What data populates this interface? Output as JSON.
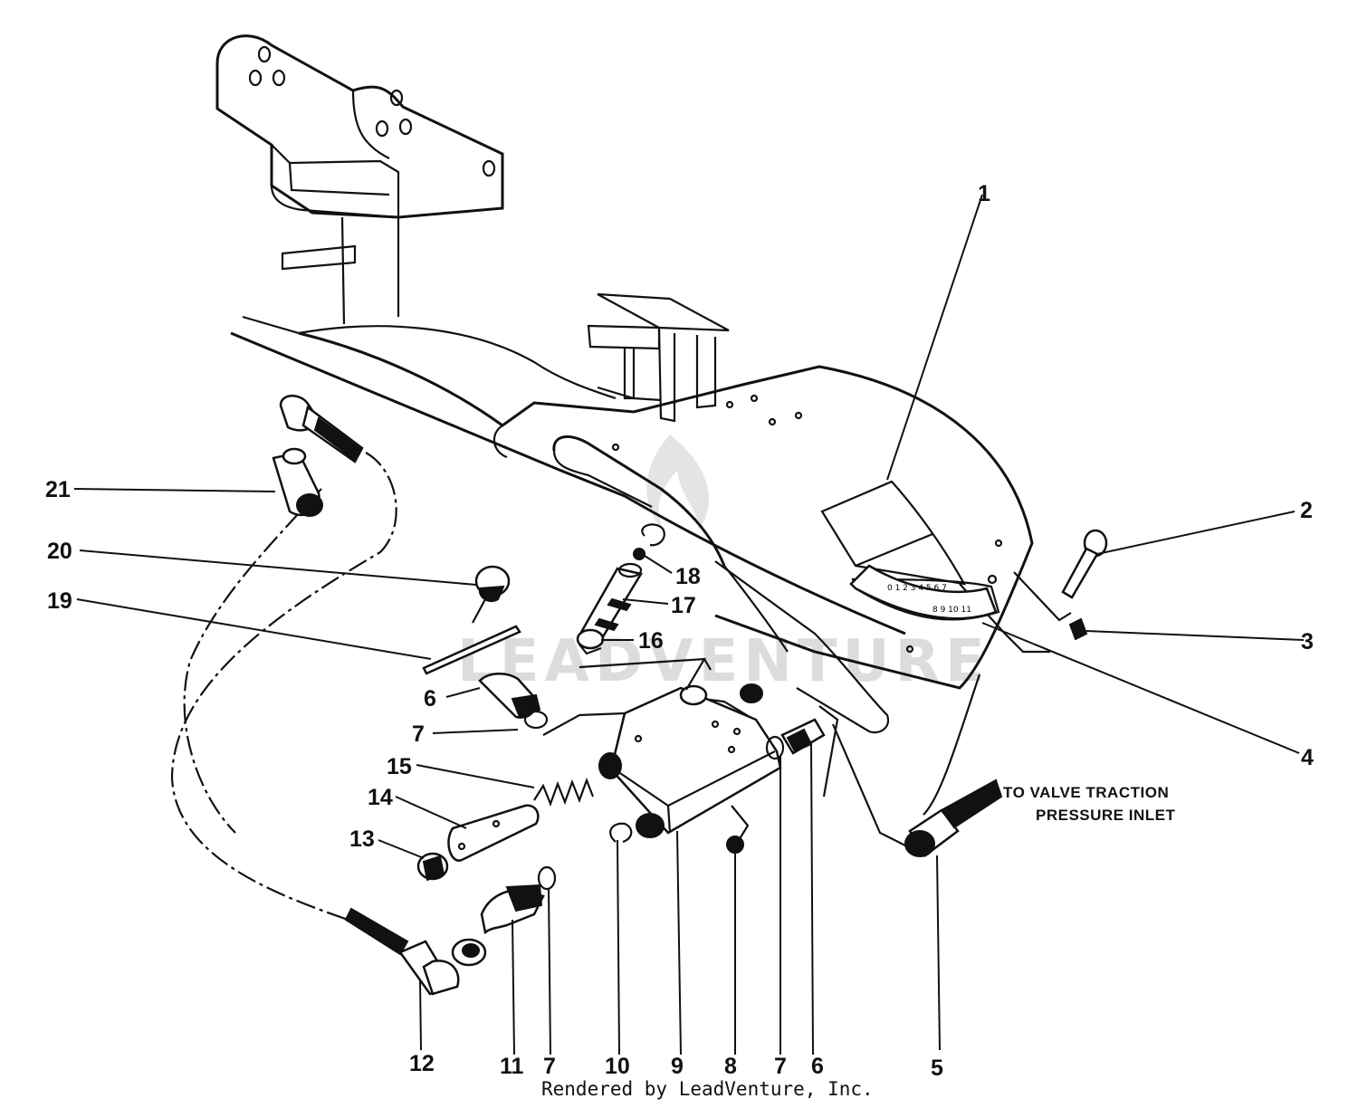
{
  "diagram": {
    "callouts": [
      {
        "id": "1",
        "text": "1"
      },
      {
        "id": "2",
        "text": "2"
      },
      {
        "id": "3",
        "text": "3"
      },
      {
        "id": "4",
        "text": "4"
      },
      {
        "id": "5",
        "text": "5"
      },
      {
        "id": "6a",
        "text": "6"
      },
      {
        "id": "6b",
        "text": "6"
      },
      {
        "id": "7a",
        "text": "7"
      },
      {
        "id": "7b",
        "text": "7"
      },
      {
        "id": "7c",
        "text": "7"
      },
      {
        "id": "8",
        "text": "8"
      },
      {
        "id": "9",
        "text": "9"
      },
      {
        "id": "10",
        "text": "10"
      },
      {
        "id": "11",
        "text": "11"
      },
      {
        "id": "12",
        "text": "12"
      },
      {
        "id": "13",
        "text": "13"
      },
      {
        "id": "14",
        "text": "14"
      },
      {
        "id": "15",
        "text": "15"
      },
      {
        "id": "16",
        "text": "16"
      },
      {
        "id": "17",
        "text": "17"
      },
      {
        "id": "18",
        "text": "18"
      },
      {
        "id": "19",
        "text": "19"
      },
      {
        "id": "20",
        "text": "20"
      },
      {
        "id": "21",
        "text": "21"
      }
    ],
    "note_line1": "TO VALVE TRACTION",
    "note_line2": "PRESSURE INLET",
    "watermark": "LEADVENTURE",
    "credit": "Rendered by LeadVenture, Inc."
  }
}
